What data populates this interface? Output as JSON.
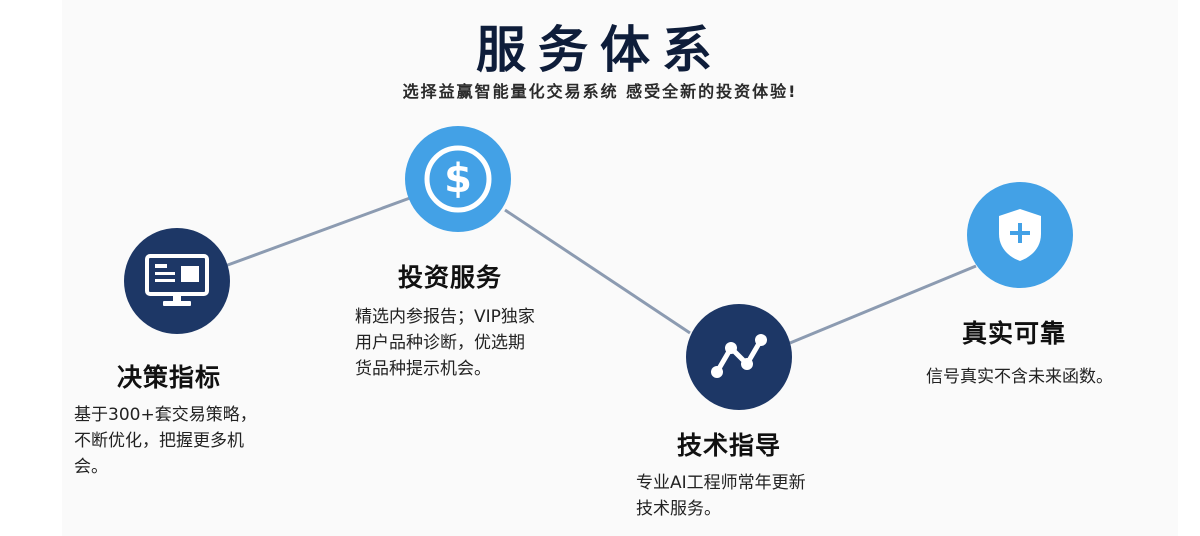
{
  "header": {
    "title": "服务体系",
    "subtitle": "选择益赢智能量化交易系统  感受全新的投资体验!"
  },
  "colors": {
    "dark_circle": "#1d3766",
    "light_circle": "#43a1e6",
    "connector": "#8c9bb1"
  },
  "nodes": [
    {
      "id": "decision",
      "icon": "monitor-icon",
      "heading": "决策指标",
      "desc": "基于300+套交易策略，\n不断优化，把握更多机\n会。"
    },
    {
      "id": "investment",
      "icon": "dollar-icon",
      "heading": "投资服务",
      "desc": "精选内参报告；VIP独家\n用户品种诊断，优选期\n货品种提示机会。"
    },
    {
      "id": "tech",
      "icon": "trend-line-icon",
      "heading": "技术指导",
      "desc": "专业AI工程师常年更新\n技术服务。"
    },
    {
      "id": "reliable",
      "icon": "shield-plus-icon",
      "heading": "真实可靠",
      "desc": "信号真实不含未来函数。"
    }
  ]
}
